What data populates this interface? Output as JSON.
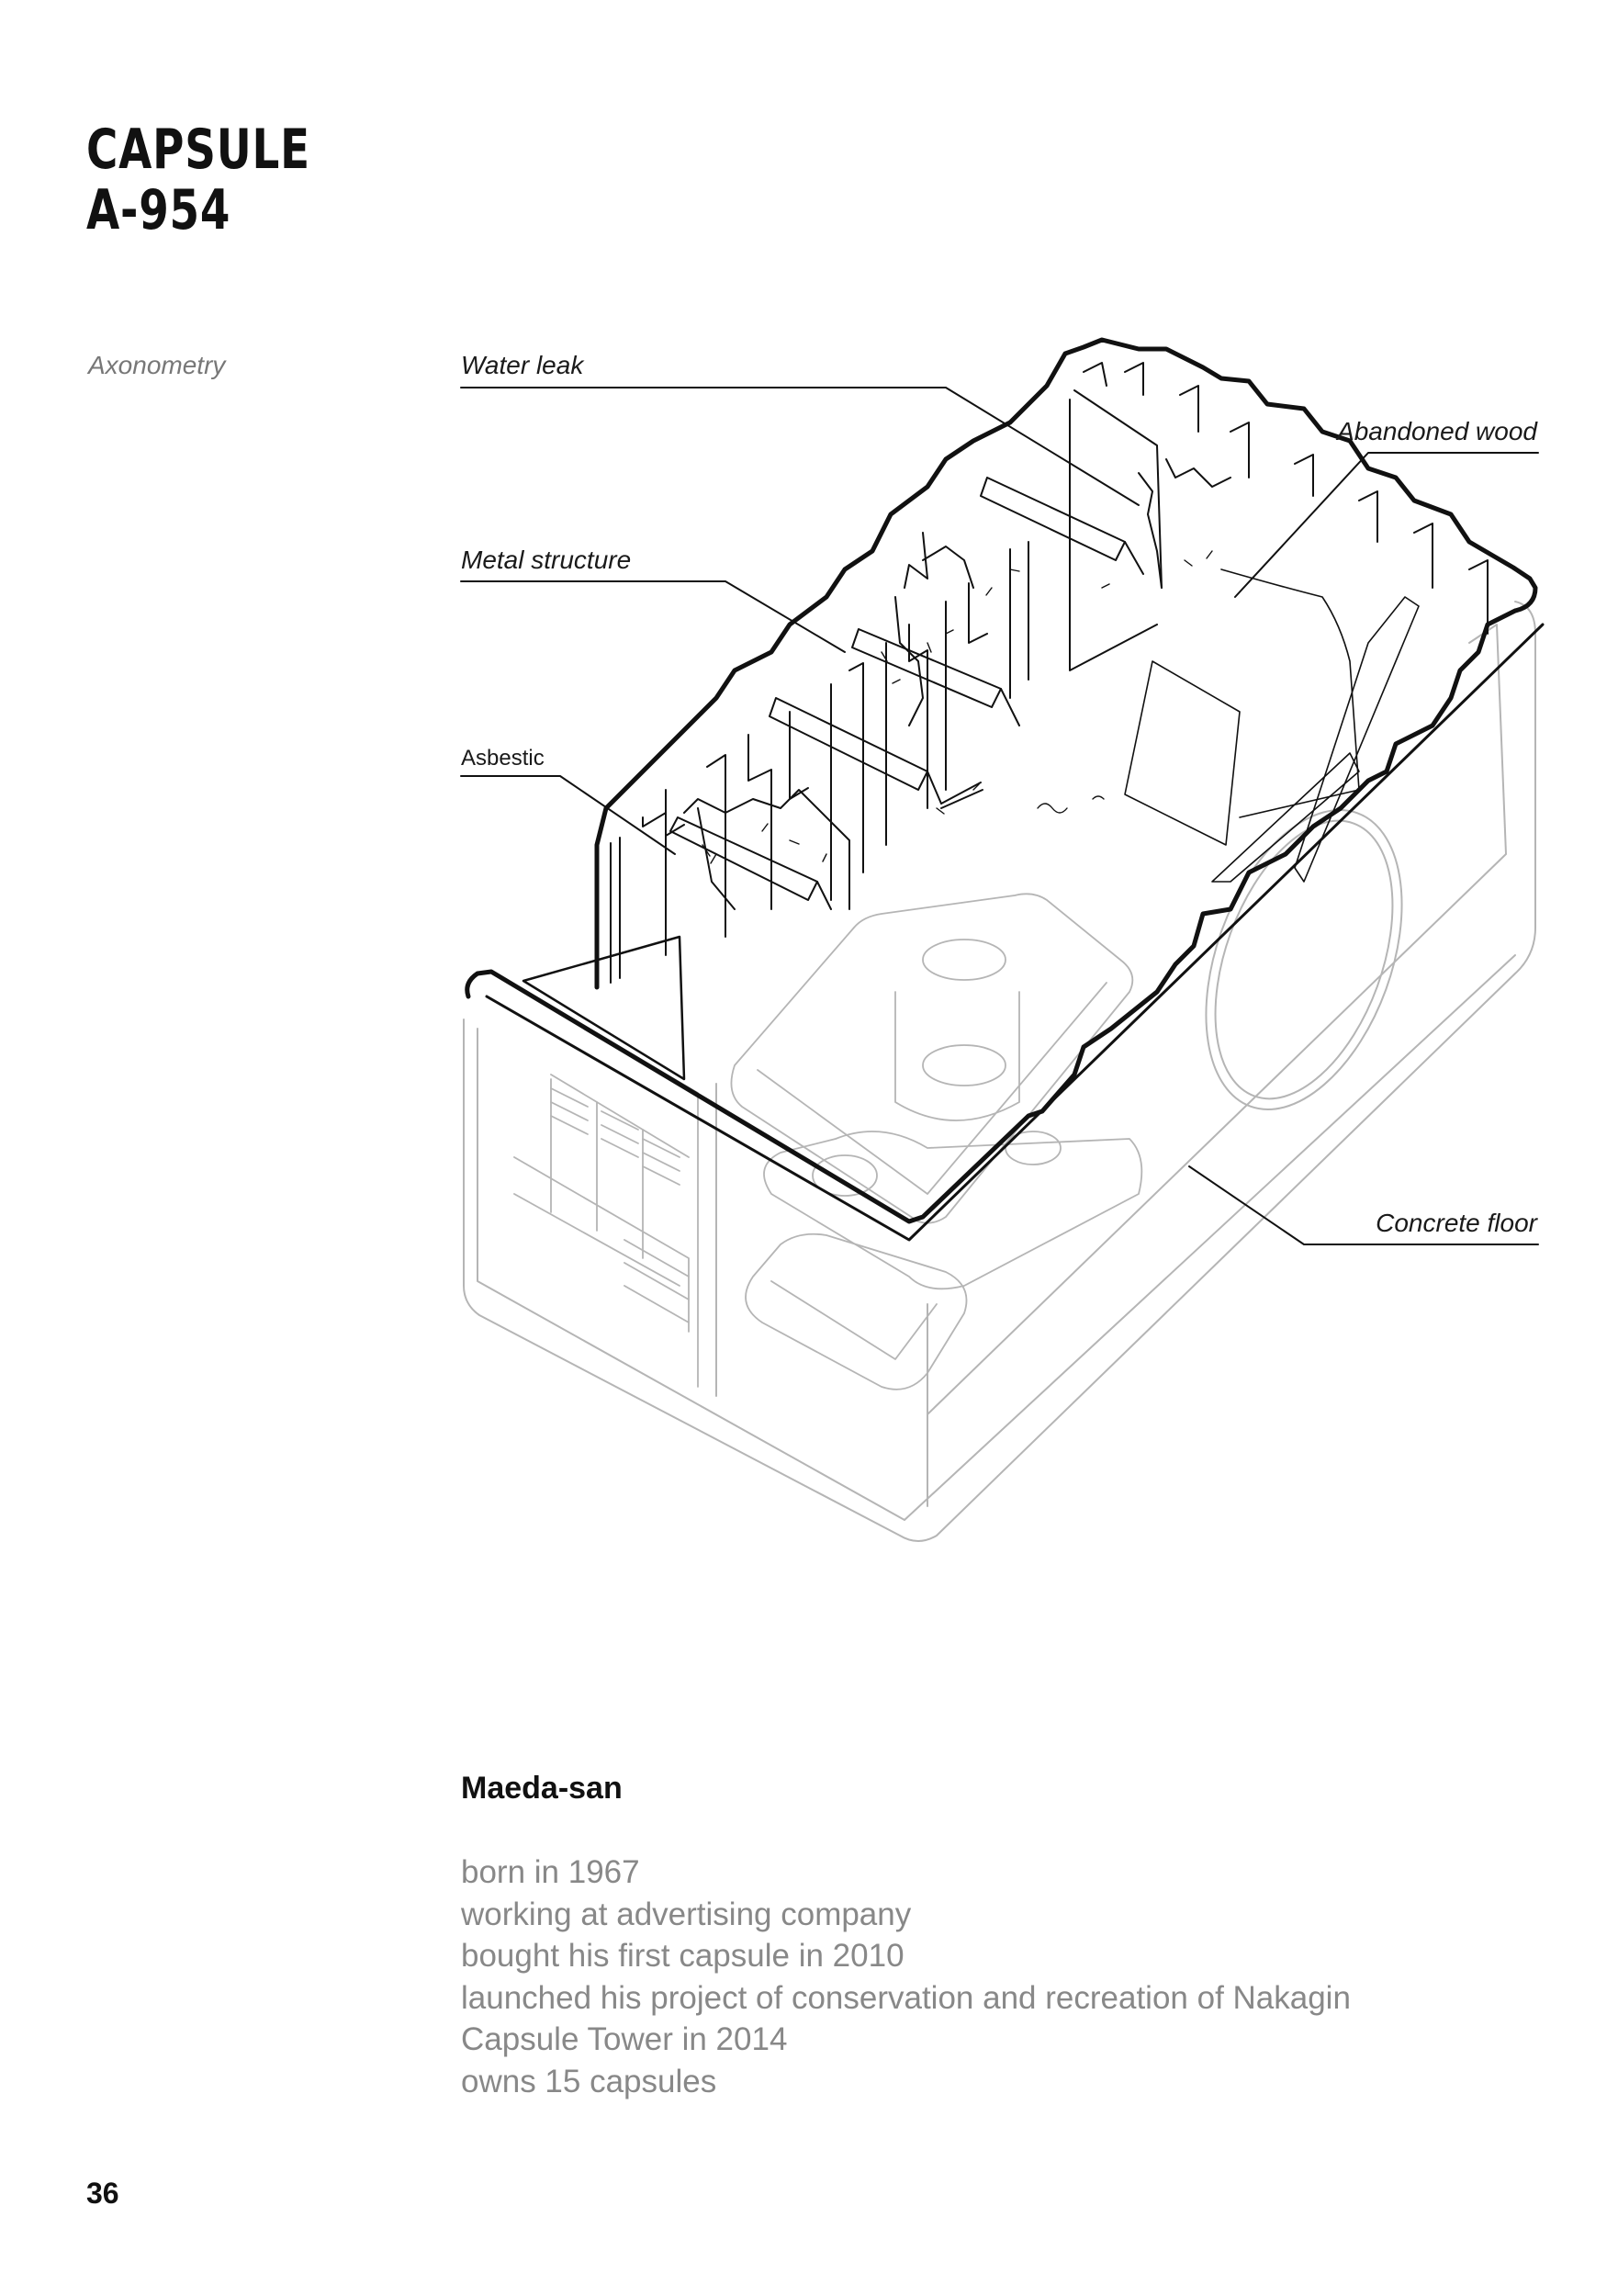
{
  "header": {
    "title_line1": "CAPSULE",
    "title_line2": "A-954"
  },
  "section": {
    "label": "Axonometry"
  },
  "annotations": {
    "water_leak": "Water leak",
    "abandoned_wood": "Abandoned wood",
    "metal_structure": "Metal structure",
    "asbestic": "Asbestic",
    "concrete_floor": "Concrete floor"
  },
  "bio": {
    "name": "Maeda-san",
    "lines": [
      "born in 1967",
      "working at advertising company",
      "bought his first capsule in 2010",
      "launched his project of conservation and recreation of Nakagin",
      "Capsule Tower  in 2014",
      "owns 15 capsules"
    ]
  },
  "footer": {
    "page_number": "36"
  },
  "colors": {
    "text": "#1a1a1a",
    "muted_text": "#888888",
    "line": "#111111",
    "faint_line": "#b5b5b5"
  }
}
